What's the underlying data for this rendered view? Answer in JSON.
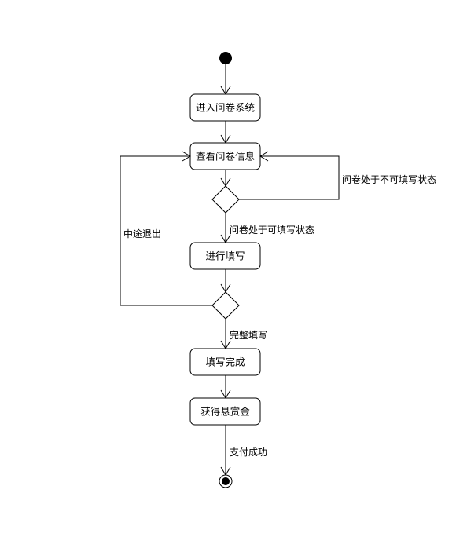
{
  "diagram": {
    "nodes": {
      "enter_system": "进入问卷系统",
      "view_info": "查看问卷信息",
      "fill_in": "进行填写",
      "fill_done": "填写完成",
      "get_bounty": "获得悬赏金"
    },
    "edges": {
      "not_fillable": "问卷处于不可填写状态",
      "fillable": "问卷处于可填写状态",
      "quit_midway": "中途退出",
      "complete_fill": "完整填写",
      "payment_success": "支付成功"
    }
  }
}
